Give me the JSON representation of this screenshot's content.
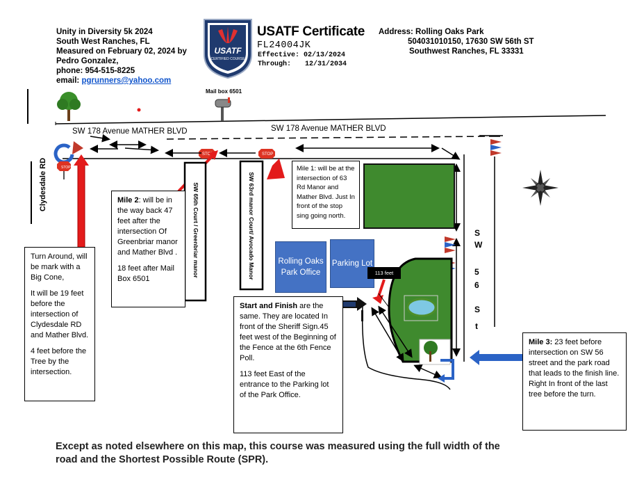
{
  "header": {
    "event_name": "Unity in Diversity 5k 2024",
    "location": "South West Ranches, FL",
    "measured": "Measured on February 02, 2024 by",
    "measurer": "Pedro  Gonzalez,",
    "phone": "phone: 954-515-8225",
    "email_label": "email:",
    "email": "pgrunners@yahoo.com"
  },
  "certificate": {
    "logo_text": "USATF",
    "logo_subtext": "CERTIFIED COURSE",
    "title": "USATF Certificate",
    "code": "FL24004JK",
    "effective_label": "Effective:",
    "effective_date": "02/13/2024",
    "through_label": "Through:",
    "through_date": "12/31/2034"
  },
  "address": {
    "line1": "Address: Rolling Oaks Park",
    "line2": "504031010150, 17630 SW 56th ST",
    "line3": "Southwest Ranches, FL 33331"
  },
  "map": {
    "mailbox_label": "Mail box 6501",
    "road_left": "SW 178 Avenue  MATHER BLVD",
    "road_right": "SW 178 Avenue  MATHER BLVD",
    "clydesdale": "Clydesdale RD",
    "court_65": "SW 65th Court /  Greenbriar manor",
    "court_63": "SW 63rd manor Court/  Avocado Manor",
    "stop": "STOP",
    "sw56_letters": [
      "S",
      "W",
      "5",
      "6",
      "S",
      "t"
    ],
    "office": "Rolling Oaks Park Office",
    "parking": "Parking Lot",
    "feet_tag": "113 feet",
    "colors": {
      "road_arrow": "#e31b1b",
      "building": "#4472c4",
      "field": "#3f8a2e",
      "flag": "#c0392b"
    }
  },
  "notes": {
    "turnaround": [
      "Turn Around, will be mark with a Big Cone,",
      "It will be 19 feet before the intersection of Clydesdale RD  and  Mather Blvd.",
      "4 feet before the Tree by the intersection."
    ],
    "mile2_label": "Mile 2",
    "mile2_text": ":  will be in the way back 47 feet after the intersection Of Greenbriar manor and Mather Blvd .",
    "mile2_extra": "18 feet after Mail Box 6501",
    "mile1_text": "Mile 1:  will be at the intersection of 63 Rd Manor and Mather Blvd.  Just In front of the stop sing going north.",
    "startfinish_label": "Start and Finish",
    "startfinish_text": " are the same. They are located In front of the Sheriff Sign.45 feet west of the Beginning of the Fence at the 6th Fence Poll.",
    "startfinish_extra": "113  feet East of the entrance to the Parking lot of the Park Office.",
    "mile3_label": "Mile 3:",
    "mile3_text": " 23 feet before intersection on  SW 56 street and the park road  that leads to the finish line. Right In front of the last tree before the turn."
  },
  "footer": {
    "line1": "Except as noted elsewhere on this map, this course was measured using the full width of the",
    "line2": "road and the Shortest Possible Route (SPR)."
  }
}
